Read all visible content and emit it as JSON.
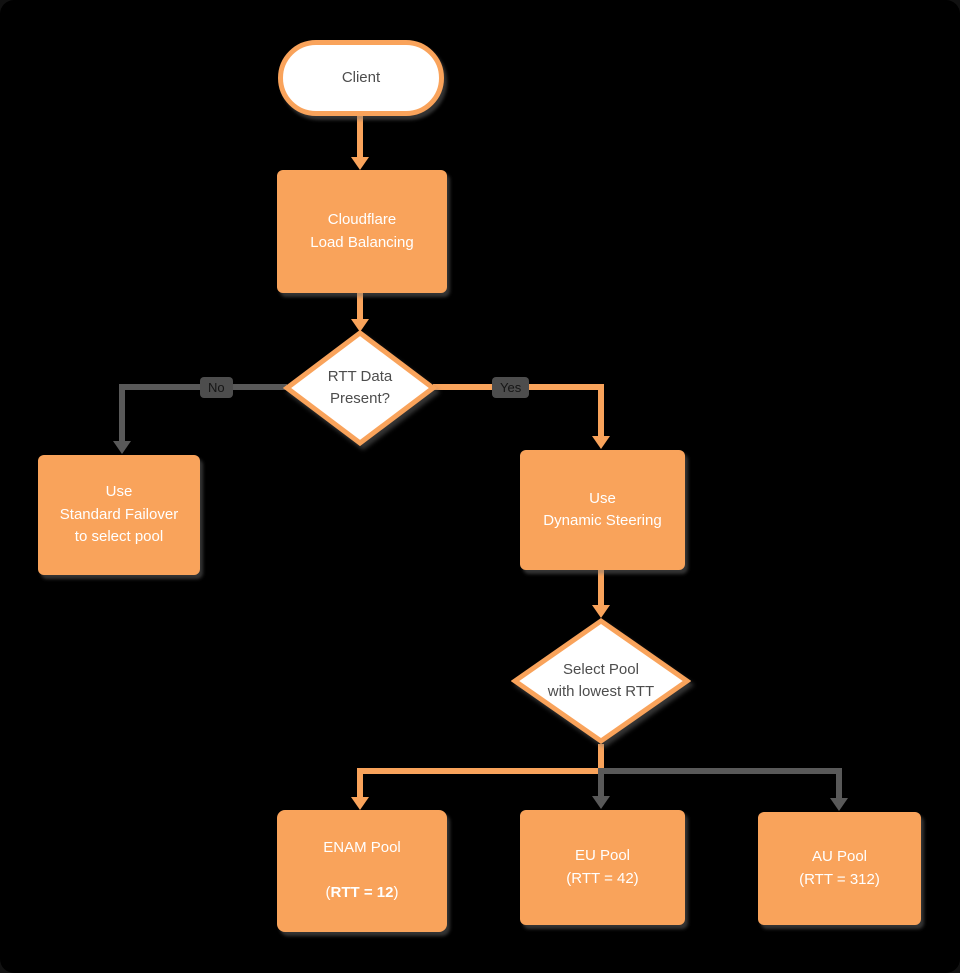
{
  "colors": {
    "background": "#000000",
    "node_fill_orange": "#F9A35B",
    "node_text_on_orange": "#FFFFFF",
    "light_node_fill": "#FFFFFF",
    "light_node_text": "#4D4D4D",
    "edge_orange": "#F9A35B",
    "edge_gray": "#595959",
    "edge_label_bg": "#4D4D4D",
    "edge_label_text": "#151515"
  },
  "nodes": {
    "client": {
      "label": "Client"
    },
    "load_balancing": {
      "label": "Cloudflare\nLoad Balancing"
    },
    "rtt_decision": {
      "label": "RTT Data\nPresent?"
    },
    "standard_failover": {
      "label": "Use\nStandard Failover\nto select pool"
    },
    "dynamic_steering": {
      "label": "Use\nDynamic Steering"
    },
    "select_pool": {
      "label": "Select Pool\nwith lowest RTT"
    },
    "enam_pool": {
      "line1": "ENAM Pool",
      "paren_open": "(",
      "rtt_bold": "RTT = 12",
      "paren_close": ")"
    },
    "eu_pool": {
      "label": "EU Pool\n(RTT = 42)"
    },
    "au_pool": {
      "label": "AU Pool\n(RTT = 312)"
    }
  },
  "edges": {
    "no_label": "No",
    "yes_label": "Yes"
  }
}
